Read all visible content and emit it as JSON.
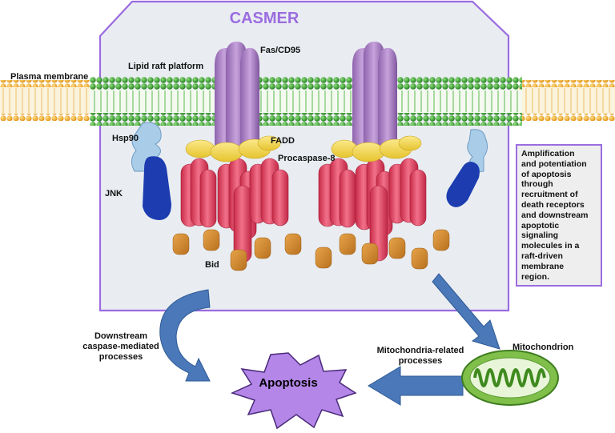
{
  "title": "CASMER",
  "labels": {
    "plasma_membrane": "Plasma membrane",
    "lipid_raft": "Lipid raft platform",
    "fas": "Fas/CD95",
    "hsp90": "Hsp90",
    "fadd": "FADD",
    "procaspase": "Procaspase-8",
    "jnk": "JNK",
    "bid": "Bid",
    "mitochondrion": "Mitochondrion",
    "apoptosis": "Apoptosis",
    "downstream": "Downstream\ncaspase-mediated\nprocesses",
    "mito_related": "Mitochondria-related\nprocesses"
  },
  "note": "Amplification\nand potentiation\nof apoptosis\nthrough\nrecruitment of\ndeath receptors\nand downstream\napoptotic\nsignaling\nmolecules in a\nraft-driven\nmembrane\nregion.",
  "colors": {
    "casmer_outline": "#9b6ce0",
    "casmer_fill": "#e9edf2",
    "raft_green": "#2e9e2a",
    "membrane_orange": "#f2a81f",
    "fas_purple": "#a57ec0",
    "fadd_yellow": "#f1d84a",
    "procaspase_red": "#e04460",
    "bid_orange": "#d68a2e",
    "jnk_blue": "#1c3cb0",
    "hsp90_lightblue": "#a9cce8",
    "arrow_blue": "#4a78b8",
    "mito_green": "#7fbf4a",
    "apoptosis_purple": "#b486e8"
  }
}
